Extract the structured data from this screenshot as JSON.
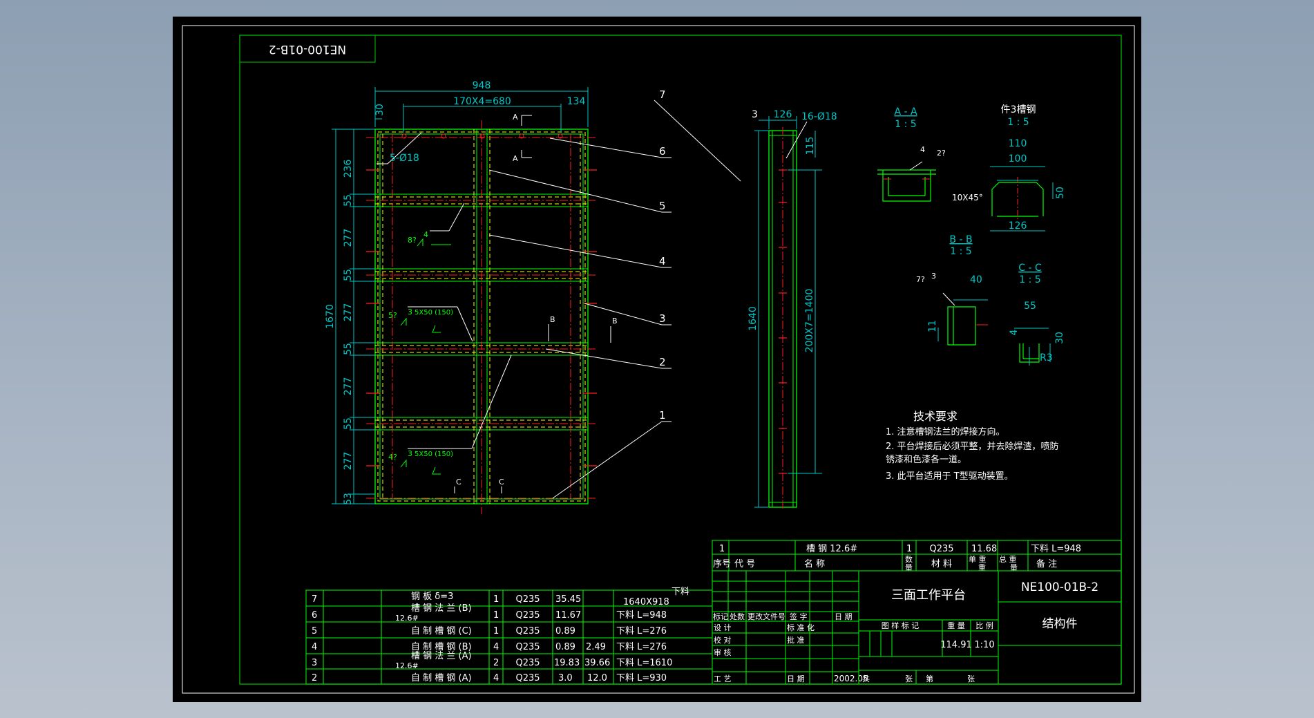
{
  "colors": {
    "background": "#000000",
    "frame": "#ffffff",
    "border": "#00c800",
    "geometry": "#00ff00",
    "dimension": "#00c8c8",
    "hidden": "#ffff00",
    "center": "#ff2020",
    "text": "#ffffff"
  },
  "drawing": {
    "mirrored_code": "NE100-01B-2",
    "title_cn": "三面工作平台",
    "drawing_no": "NE100-01B-2",
    "category": "结构件"
  },
  "front_view": {
    "dim_width": "948",
    "dim_pitch": "170X4=680",
    "dim_left": "30",
    "dim_right": "134",
    "holes": "5-Ø18",
    "dim_height": "1670",
    "segments": [
      "236",
      "55",
      "277",
      "55",
      "277",
      "55",
      "277",
      "55",
      "277",
      "53"
    ],
    "weld1_num": "8?",
    "weld1": "4",
    "weld2_num": "5?",
    "weld2": "3",
    "weld2_spec": "5X50 (150)",
    "weld3_num": "4?",
    "weld3": "3",
    "weld3_spec": "5X50 (150)",
    "section_letters": {
      "a": "A",
      "b": "B",
      "c": "C"
    },
    "callouts": [
      "7",
      "6",
      "5",
      "4",
      "3",
      "2",
      "1"
    ]
  },
  "side_view": {
    "dim_3": "3",
    "dim_126": "126",
    "holes": "16-Ø18",
    "dim_115": "115",
    "dim_1640": "1640",
    "dim_pitch": "200X7=1400"
  },
  "sections": {
    "aa_title": "A - A",
    "aa_scale": "1 : 5",
    "aa_weld": "4",
    "aa_weld_q": "2?",
    "bb_title": "B - B",
    "bb_scale": "1 : 5",
    "bb_weld_q": "7?",
    "bb_weld": "3",
    "bb_dim_40": "40",
    "bb_dim_11": "11",
    "cc_title": "C - C",
    "cc_scale": "1 : 5",
    "cc_dim_55": "55",
    "cc_dim_4": "4",
    "cc_dim_30": "30",
    "cc_r3": "R3",
    "p3_title": "件3槽钢",
    "p3_scale": "1 : 5",
    "p3_110": "110",
    "p3_100": "100",
    "p3_chamfer": "10X45°",
    "p3_50": "50",
    "p3_126": "126"
  },
  "notes": {
    "title": "技术要求",
    "line1": "1. 注意槽钢法兰的焊接方向。",
    "line2a": "2. 平台焊接后必须平整，并去除焊渣，喷防",
    "line2b": "锈漆和色漆各一道。",
    "line3": "3. 此平台适用于  T型驱动装置。"
  },
  "bom_top": {
    "row": {
      "seq": "1",
      "name": "槽  钢    12.6#",
      "qty": "1",
      "material": "Q235",
      "single": "11.68",
      "note": "下料  L=948"
    },
    "headers": {
      "seq": "序号",
      "code": "代          号",
      "name": "名          称",
      "qty_a": "数",
      "qty_b": "量",
      "material": "材    料",
      "single_a": "单 重",
      "total_a": "总 重",
      "single_b": "重",
      "total_b": "量",
      "note": "备    注"
    }
  },
  "bom_left": [
    {
      "seq": "7",
      "name": "钢  板  δ=3",
      "qty": "1",
      "material": "Q235",
      "single": "35.45",
      "total": "",
      "note": "下料"
    },
    {
      "seq": "6",
      "name": "槽 钢 法 兰 (B)",
      "qty": "1",
      "material": "Q235",
      "single": "11.67",
      "total": "",
      "note": "下料  L=948"
    },
    {
      "seq": "5",
      "name": "自 制  槽  钢   (C)",
      "qty": "1",
      "material": "Q235",
      "single": "0.89",
      "total": "",
      "note": "下料  L=276"
    },
    {
      "seq": "4",
      "name": "自 制  槽  钢   (B)",
      "qty": "4",
      "material": "Q235",
      "single": "0.89",
      "total": "2.49",
      "note": "下料  L=276"
    },
    {
      "seq": "3",
      "name": "槽 钢 法 兰 (A)",
      "qty": "2",
      "material": "Q235",
      "single": "19.83",
      "total": "39.66",
      "note": "下料  L=1610"
    },
    {
      "seq": "2",
      "name": "自 制  槽  钢   (A)",
      "qty": "4",
      "material": "Q235",
      "single": "3.0",
      "total": "12.0",
      "note": "下料  L=930"
    }
  ],
  "bom_left_extra": {
    "plate_size": "1640X918",
    "spec_126a": "12.6#",
    "spec_126b": "12.6#"
  },
  "revision_block": {
    "headers": [
      "标记",
      "处数",
      "更改文件号",
      "签  字",
      "日  期"
    ],
    "design": "设      计",
    "check": "校      对",
    "review": "审      核",
    "process": "工      艺",
    "std": "标 准 化",
    "approve": "批      准",
    "date_label": "日    期",
    "date": "2002.05"
  },
  "title_block": {
    "stage_headers": [
      "图  样  标  记",
      "重  量",
      "比  例"
    ],
    "weight": "114.91",
    "scale": "1:10",
    "total_label": "共",
    "sheets_label": "张",
    "sheet_label": "第",
    "sheet_sheets": "张"
  }
}
